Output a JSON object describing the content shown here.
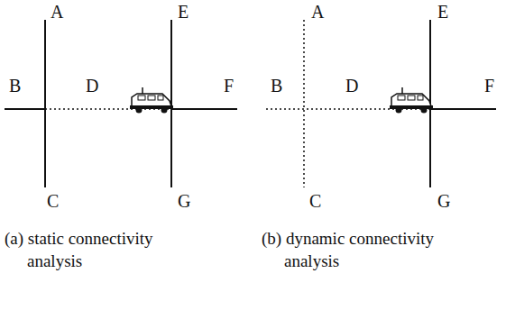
{
  "diagram": {
    "labels": [
      "A",
      "E",
      "B",
      "D",
      "F",
      "C",
      "G",
      "A",
      "E",
      "B",
      "D",
      "F",
      "C",
      "G",
      "(a) static connectivity analysis",
      "(b) dynamic connectivity analysis"
    ]
  }
}
